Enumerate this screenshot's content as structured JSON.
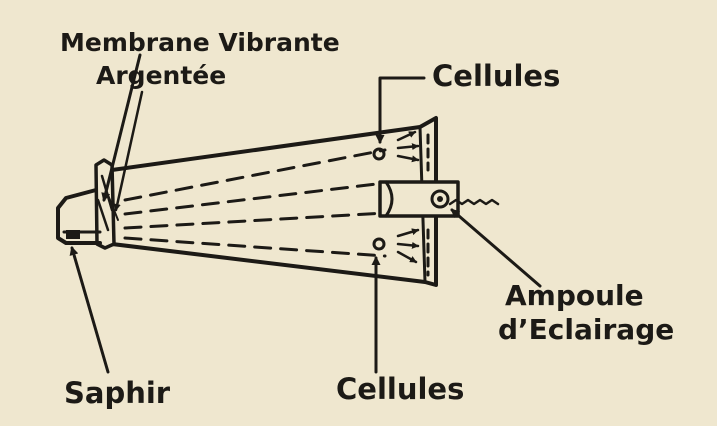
{
  "labels": {
    "membrane_line1": "Membrane Vibrante",
    "membrane_line2": "Argentée",
    "cellules_top": "Cellules",
    "cellules_bottom": "Cellules",
    "saphir": "Saphir",
    "ampoule_line1": "Ampoule",
    "ampoule_line2": "d’Eclairage"
  },
  "colors": {
    "paper": "#efe7cf",
    "ink": "#1c1a16"
  }
}
